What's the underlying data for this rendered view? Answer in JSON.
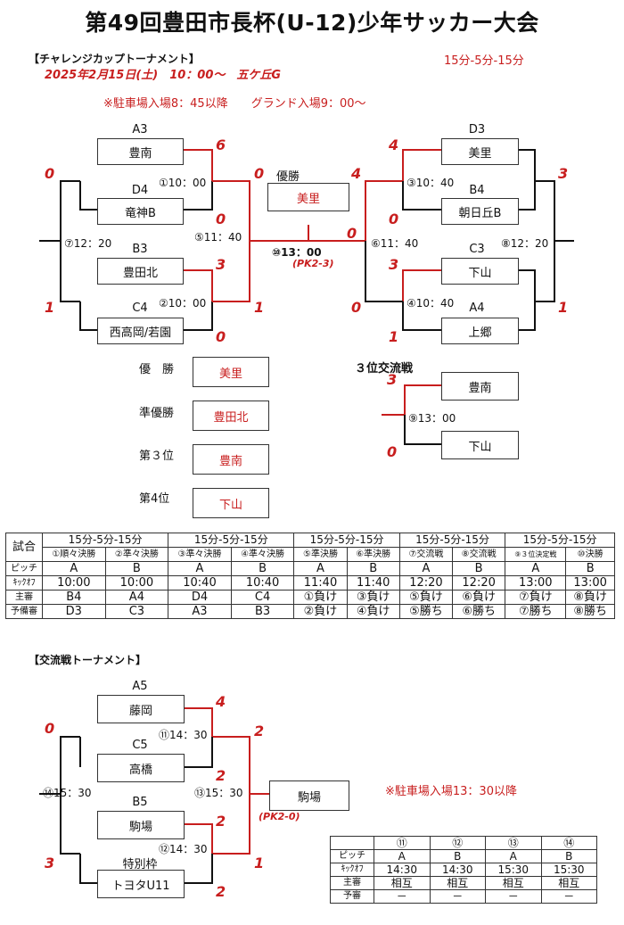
{
  "title": "第49回豊田市長杯(U-12)少年サッカー大会",
  "challenge": {
    "heading": "【チャレンジカップトーナメント】",
    "date_line": "2025年2月15日(土)　10：00〜　五ケ丘G",
    "format": "15分-5分-15分",
    "notice": "※駐車場入場8：45以降　　グランド入場9：00〜",
    "seeds": [
      "A3",
      "D4",
      "B3",
      "C4",
      "D3",
      "B4",
      "C3",
      "A4"
    ],
    "teams": [
      "豊南",
      "竜神B",
      "豊田北",
      "西高岡/若園",
      "美里",
      "朝日丘B",
      "下山",
      "上郷"
    ],
    "times": [
      "①10：00",
      "②10：00",
      "③10：40",
      "④10：40",
      "⑤11：40",
      "⑥11：40",
      "⑦12：20",
      "⑧12：20",
      "⑨13：00",
      "⑩13：00"
    ],
    "scores": {
      "m1_a": "6",
      "m1_b": "0",
      "m2_a": "3",
      "m2_b": "0",
      "m3_a": "4",
      "m3_b": "0",
      "m4_a": "3",
      "m4_b": "1",
      "m5_a": "0",
      "m5_b": "1",
      "m6_a": "4",
      "m6_b": "0",
      "m7_a": "0",
      "m7_b": "1",
      "m8_a": "3",
      "m8_b": "1",
      "final_a": "0",
      "final_b": "0",
      "pk": "(PK2-3)",
      "third_a": "3",
      "third_b": "0"
    },
    "winner_label": "優勝",
    "winner": "美里",
    "results": [
      {
        "label": "優　勝",
        "team": "美里"
      },
      {
        "label": "準優勝",
        "team": "豊田北"
      },
      {
        "label": "第３位",
        "team": "豊南"
      },
      {
        "label": "第4位",
        "team": "下山"
      }
    ],
    "third_place": {
      "heading": "３位交流戦",
      "team_a": "豊南",
      "team_b": "下山"
    }
  },
  "schedule": {
    "row_label_match": "試合",
    "format_headers": [
      "15分-5分-15分",
      "15分-5分-15分",
      "15分-5分-15分",
      "15分-5分-15分",
      "15分-5分-15分"
    ],
    "matches": [
      "①順々決勝",
      "②準々決勝",
      "③準々決勝",
      "④準々決勝",
      "⑤準決勝",
      "⑥準決勝",
      "⑦交流戦",
      "⑧交流戦",
      "⑨３位決定戦",
      "⑩決勝"
    ],
    "rows": [
      {
        "label": "ピッチ",
        "cells": [
          "A",
          "B",
          "A",
          "B",
          "A",
          "B",
          "A",
          "B",
          "A",
          "B"
        ]
      },
      {
        "label": "ｷｯｸｵﾌ",
        "cells": [
          "10:00",
          "10:00",
          "10:40",
          "10:40",
          "11:40",
          "11:40",
          "12:20",
          "12:20",
          "13:00",
          "13:00"
        ]
      },
      {
        "label": "主審",
        "cells": [
          "B4",
          "A4",
          "D4",
          "C4",
          "①負け",
          "③負け",
          "⑤負け",
          "⑥負け",
          "⑦負け",
          "⑧負け"
        ]
      },
      {
        "label": "予備審",
        "cells": [
          "D3",
          "C3",
          "A3",
          "B3",
          "②負け",
          "④負け",
          "⑤勝ち",
          "⑥勝ち",
          "⑦勝ち",
          "⑧勝ち"
        ]
      }
    ]
  },
  "exchange": {
    "heading": "【交流戦トーナメント】",
    "seeds": [
      "A5",
      "C5",
      "B5",
      "特別枠"
    ],
    "teams": [
      "藤岡",
      "高橋",
      "駒場",
      "トヨタU11"
    ],
    "times": [
      "⑪14：30",
      "⑫14：30",
      "⑬15：30",
      "⑭15：30"
    ],
    "scores": {
      "m11_a": "4",
      "m11_b": "2",
      "m12_a": "2",
      "m12_b": "2",
      "m13_a": "2",
      "m13_b": "1",
      "m14_a": "0",
      "m14_b": "3",
      "pk": "(PK2-0)"
    },
    "winner": "駒場",
    "notice": "※駐車場入場13：30以降",
    "table": {
      "headers": [
        "⑪",
        "⑫",
        "⑬",
        "⑭"
      ],
      "rows": [
        {
          "label": "ピッチ",
          "cells": [
            "A",
            "B",
            "A",
            "B"
          ]
        },
        {
          "label": "ｷｯｸｵﾌ",
          "cells": [
            "14:30",
            "14:30",
            "15:30",
            "15:30"
          ]
        },
        {
          "label": "主審",
          "cells": [
            "相互",
            "相互",
            "相互",
            "相互"
          ]
        },
        {
          "label": "予審",
          "cells": [
            "－",
            "－",
            "－",
            "－"
          ]
        }
      ]
    }
  },
  "colors": {
    "highlight": "#c81e1e",
    "line": "#111111"
  }
}
